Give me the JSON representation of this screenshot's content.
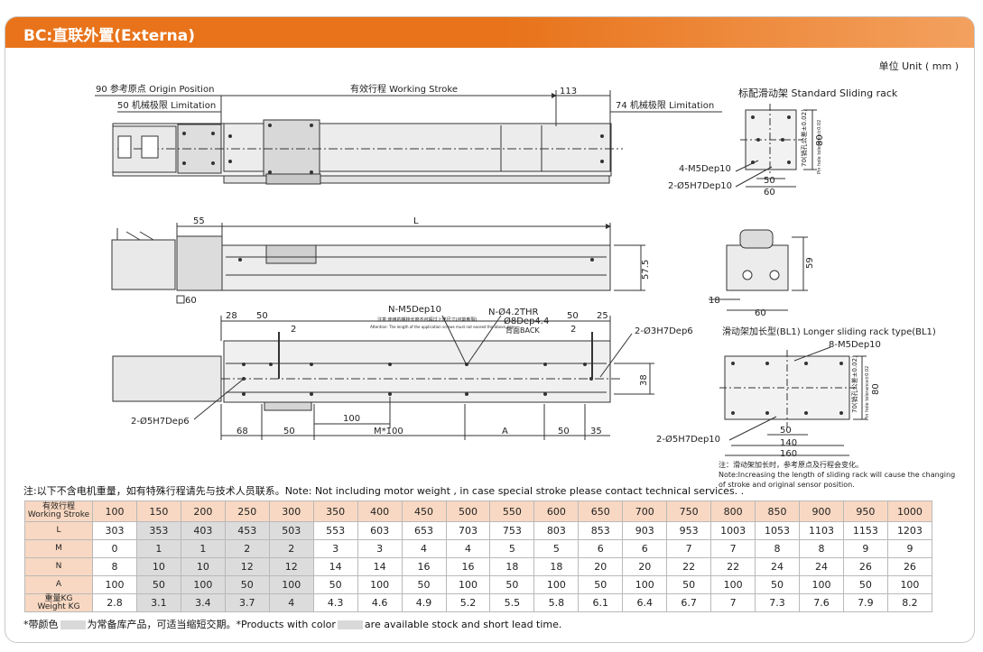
{
  "header": {
    "title": "BC:直联外置(Externa)",
    "unit": "单位 Unit ( mm )"
  },
  "drawing": {
    "top_view": {
      "origin_label": "90 参考原点 Origin Position",
      "left_limit_label": "50 机械极限 Limitation",
      "stroke_label": "有效行程 Working Stroke",
      "dim_113": "113",
      "right_limit_label": "74 机械极限 Limitation"
    },
    "side_view": {
      "dim_55": "55",
      "dim_L": "L",
      "dim_57_5": "57.5",
      "dim_60": "60"
    },
    "bottom_view": {
      "dim_28": "28",
      "dim_50a": "50",
      "dim_2a": "2",
      "n_m5": "N-M5Dep10",
      "n_m5_note": "注意:使用的螺栓长度不可超过上述尺寸(可能断裂)",
      "n_m5_note_en": "Attention: The length of the application screws must not exceed the above size",
      "n_4_2": "N-Ø4.2THR",
      "n_8dep": "Ø8Dep4.4",
      "back": "背面BACK",
      "dim_50b": "50",
      "dim_25": "25",
      "dim_2b": "2",
      "pin_right": "2-Ø3H7Dep6",
      "dim_38": "38",
      "pin_left": "2-Ø5H7Dep6",
      "dim_100": "100",
      "dim_68": "68",
      "dim_50c": "50",
      "dim_m100": "M*100",
      "dim_A": "A",
      "dim_50d": "50",
      "dim_35": "35"
    },
    "standard_rack": {
      "title": "标配滑动架 Standard Sliding rack",
      "tol": "70(销孔公差±0.02)",
      "tol_en": "Pin hole tolerance±0.02",
      "dim_80": "80",
      "m5": "4-M5Dep10",
      "pin": "2-Ø5H7Dep10",
      "dim_50": "50",
      "dim_60": "60"
    },
    "end_view": {
      "dim_59": "59",
      "dim_18": "18",
      "dim_60": "60"
    },
    "long_rack": {
      "title": "滑动架加长型(BL1) Longer sliding rack type(BL1)",
      "m5": "8-M5Dep10",
      "tol": "70(销孔公差±0.02)",
      "tol_en": "Pin hole tolerance±0.02",
      "dim_80": "80",
      "dim_50": "50",
      "dim_140": "140",
      "dim_160": "160",
      "pin": "2-Ø5H7Dep10"
    }
  },
  "notes": {
    "main": "注:以下不含电机重量，如有特殊行程请先与技术人员联系。Note: Not including motor weight , in case special stroke please contact technical services. .",
    "right_1": "注：滑动架加长时，参考原点及行程会变化。",
    "right_2": "Note:Increasing the length of sliding rack will cause the changing",
    "right_3": "of stroke and original sensor position.",
    "bottom_pre": "*带颜色",
    "bottom_mid": "为常备库产品，可适当缩短交期。*Products with color",
    "bottom_post": "are available stock  and short lead time."
  },
  "table": {
    "row_labels": {
      "stroke_cn": "有效行程",
      "stroke_en": "Working Stroke",
      "L": "L",
      "M": "M",
      "N": "N",
      "A": "A",
      "weight_cn": "重量KG",
      "weight_en": "Weight KG"
    },
    "stroke": [
      "100",
      "150",
      "200",
      "250",
      "300",
      "350",
      "400",
      "450",
      "500",
      "550",
      "600",
      "650",
      "700",
      "750",
      "800",
      "850",
      "900",
      "950",
      "1000"
    ],
    "L": [
      "303",
      "353",
      "403",
      "453",
      "503",
      "553",
      "603",
      "653",
      "703",
      "753",
      "803",
      "853",
      "903",
      "953",
      "1003",
      "1053",
      "1103",
      "1153",
      "1203"
    ],
    "M": [
      "0",
      "1",
      "1",
      "2",
      "2",
      "3",
      "3",
      "4",
      "4",
      "5",
      "5",
      "6",
      "6",
      "7",
      "7",
      "8",
      "8",
      "9",
      "9"
    ],
    "N": [
      "8",
      "10",
      "10",
      "12",
      "12",
      "14",
      "14",
      "16",
      "16",
      "18",
      "18",
      "20",
      "20",
      "22",
      "22",
      "24",
      "24",
      "26",
      "26"
    ],
    "A": [
      "100",
      "50",
      "100",
      "50",
      "100",
      "50",
      "100",
      "50",
      "100",
      "50",
      "100",
      "50",
      "100",
      "50",
      "100",
      "50",
      "100",
      "50",
      "100"
    ],
    "weight": [
      "2.8",
      "3.1",
      "3.4",
      "3.7",
      "4",
      "4.3",
      "4.6",
      "4.9",
      "5.2",
      "5.5",
      "5.8",
      "6.1",
      "6.4",
      "6.7",
      "7",
      "7.3",
      "7.6",
      "7.9",
      "8.2"
    ],
    "stock_columns": [
      1,
      2,
      3,
      4
    ]
  }
}
